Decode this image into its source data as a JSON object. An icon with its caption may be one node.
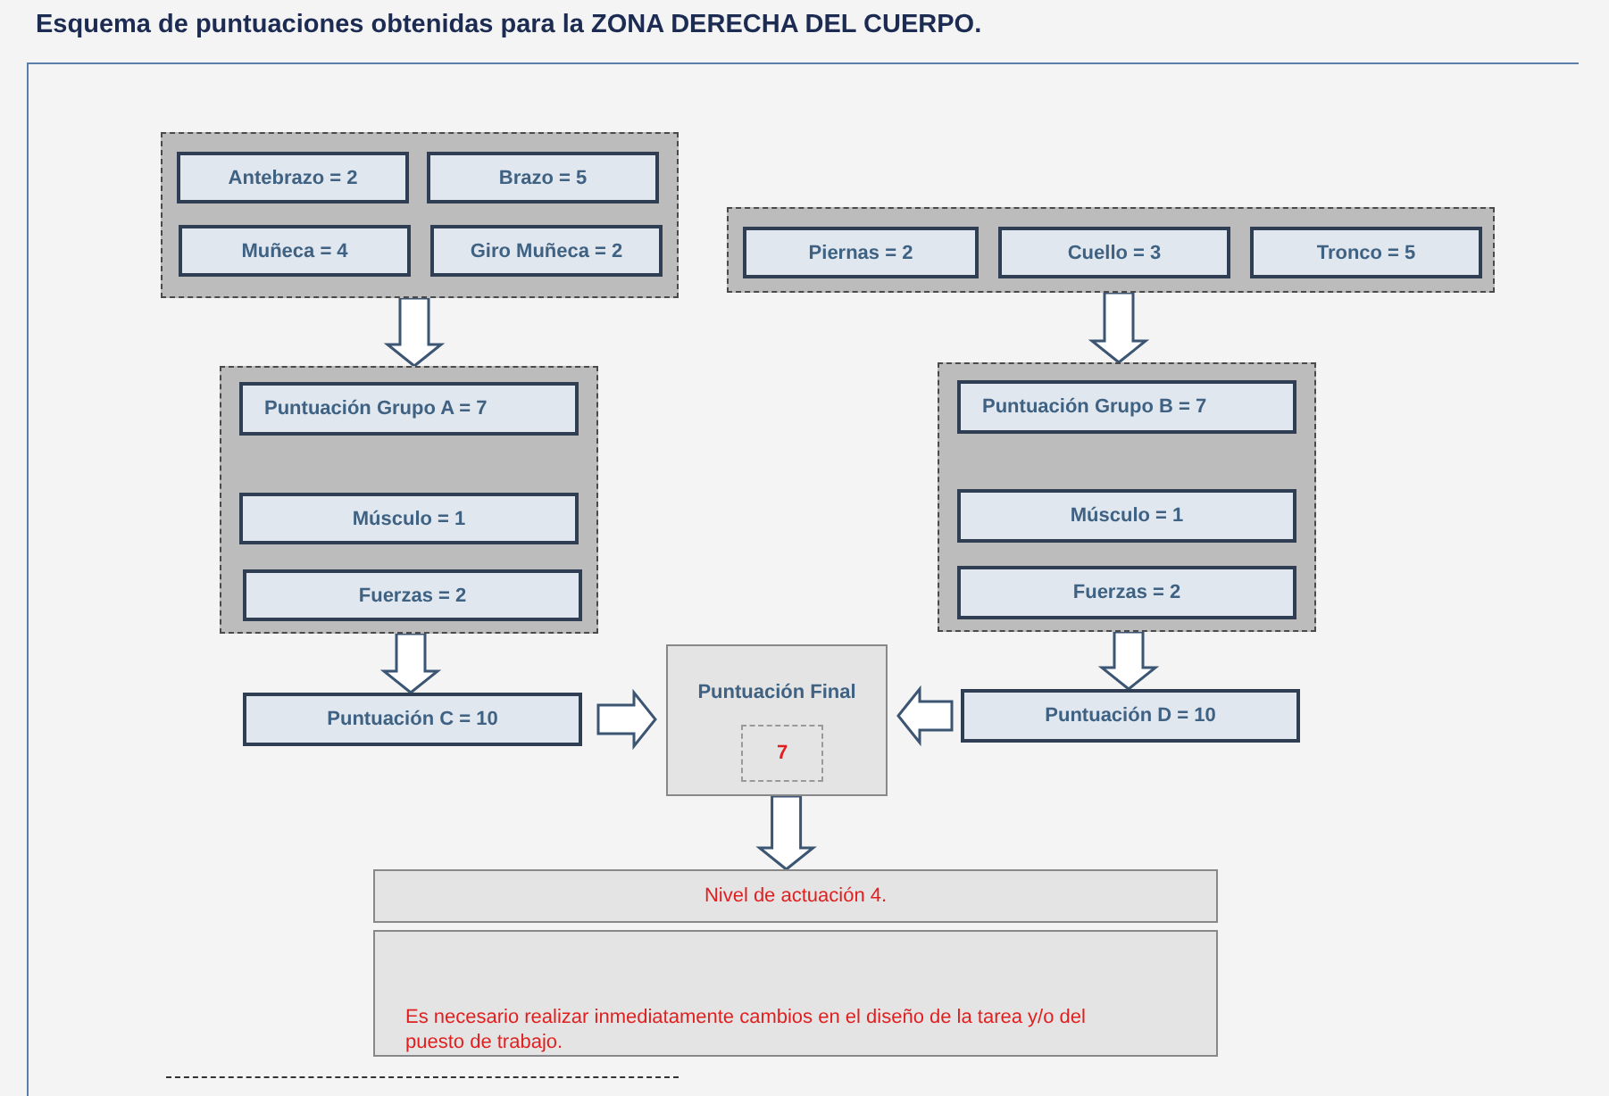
{
  "diagram": {
    "title": "Esquema de puntuaciones obtenidas para la ZONA DERECHA DEL CUERPO.",
    "nodes": [
      {
        "text": [],
        "shape": "box"
      },
      {
        "text": [
          "Antebrazo =  2"
        ],
        "in": 0
      },
      {
        "text": [
          "Brazo = 5"
        ],
        "in": 0
      },
      {
        "text": [
          "Muñeca = 4"
        ],
        "in": 0
      },
      {
        "text": [
          "Giro Muñeca = 2"
        ],
        "in": 0
      },
      {
        "text": [],
        "shape": "box"
      },
      {
        "text": [
          "Piernas = 2"
        ],
        "in": 5
      },
      {
        "text": [
          "Cuello = 3"
        ],
        "in": 5
      },
      {
        "text": [
          "Tronco = 5"
        ],
        "in": 5
      },
      {
        "text": [],
        "shape": "box"
      },
      {
        "text": [
          "Puntuación Grupo A = 7"
        ],
        "in": 9
      },
      {
        "text": [
          "Músculo = 1"
        ],
        "in": 9
      },
      {
        "text": [
          "Fuerzas = 2"
        ],
        "in": 9
      },
      {
        "text": [],
        "shape": "box"
      },
      {
        "text": [
          "Puntuación Grupo B  = 7"
        ],
        "in": 13
      },
      {
        "text": [
          "Músculo = 1"
        ],
        "in": 13
      },
      {
        "text": [
          "Fuerzas = 2"
        ],
        "in": 13
      },
      {
        "text": [
          "Puntuación C = 10"
        ]
      },
      {
        "text": [
          "Puntuación D = 10"
        ]
      },
      {
        "text": [
          "Puntuación Final"
        ]
      },
      {
        "text": [
          "7"
        ],
        "in": 19
      },
      {
        "text": [
          "Nivel de actuación 4."
        ]
      },
      {
        "text": [
          "Es necesario realizar inmediatamente cambios en el diseño de la tarea y/o del puesto de trabajo."
        ]
      }
    ],
    "edges": [
      {
        "from": 0,
        "to": 9,
        "arrow": "to"
      },
      {
        "from": 5,
        "to": 13,
        "arrow": "to"
      },
      {
        "from": 9,
        "to": 17,
        "arrow": "to"
      },
      {
        "from": 13,
        "to": 18,
        "arrow": "to"
      },
      {
        "from": 17,
        "to": 19,
        "arrow": "to"
      },
      {
        "from": 18,
        "to": 19,
        "arrow": "to"
      },
      {
        "from": 19,
        "to": 21,
        "arrow": "to"
      }
    ]
  }
}
